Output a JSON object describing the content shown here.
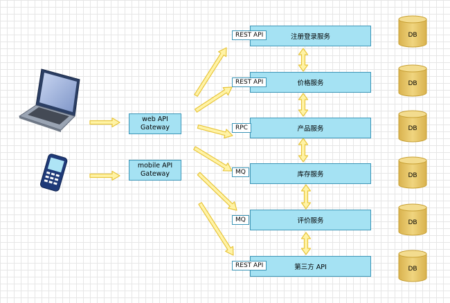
{
  "gateways": [
    {
      "line1": "web API",
      "line2": "Gateway"
    },
    {
      "line1": "mobile API",
      "line2": "Gateway"
    }
  ],
  "services": [
    {
      "name": "注册登录服务",
      "tag": "REST API"
    },
    {
      "name": "价格服务",
      "tag": "REST API"
    },
    {
      "name": "产品服务",
      "tag": "RPC"
    },
    {
      "name": "库存服务",
      "tag": "MQ"
    },
    {
      "name": "评价服务",
      "tag": "MQ"
    },
    {
      "name": "第三方 API",
      "tag": "REST API"
    }
  ],
  "db_label": "DB",
  "colors": {
    "box_fill": "#a5e2f3",
    "box_border": "#3a94b6",
    "arrow_fill": "#fff3a6",
    "arrow_stroke": "#e8c53a",
    "db_fill": "#e9c96a",
    "db_stroke": "#c79f32"
  },
  "icons": [
    "laptop-icon",
    "phone-icon"
  ]
}
